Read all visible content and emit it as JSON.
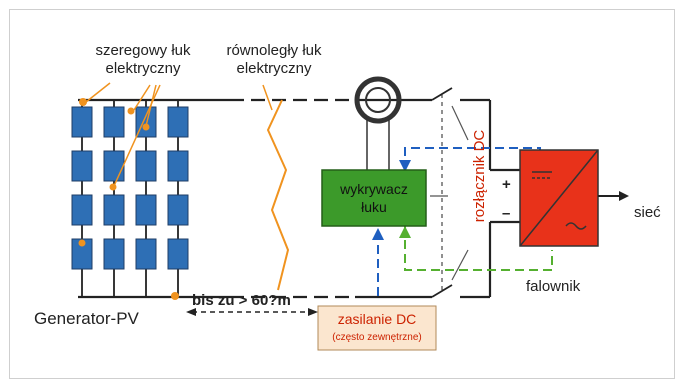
{
  "labels": {
    "series_arc": "szeregowy łuk\nelektryczny",
    "parallel_arc": "równoległy łuk\nelektryczny",
    "pv_generator": "Generator-PV",
    "distance": "bis zu > 60?m",
    "arc_detector": "wykrywacz\nłuku",
    "dc_supply": "zasilanie DC",
    "dc_supply_note": "(często zewnętrzne)",
    "dc_disconnector": "rozłącznik DC",
    "inverter": "falownik",
    "grid": "sieć",
    "plus": "+",
    "minus": "–"
  },
  "colors": {
    "panel": "#2e6fb5",
    "panel_edge": "#1f3e66",
    "arc": "#f0931f",
    "detector": "#3c9a2a",
    "supply_bg": "#fbe6cf",
    "inverter": "#e8321a",
    "dc_label": "#cc2200",
    "blue_dash": "#1f5fc0",
    "green_dash": "#55b030"
  }
}
